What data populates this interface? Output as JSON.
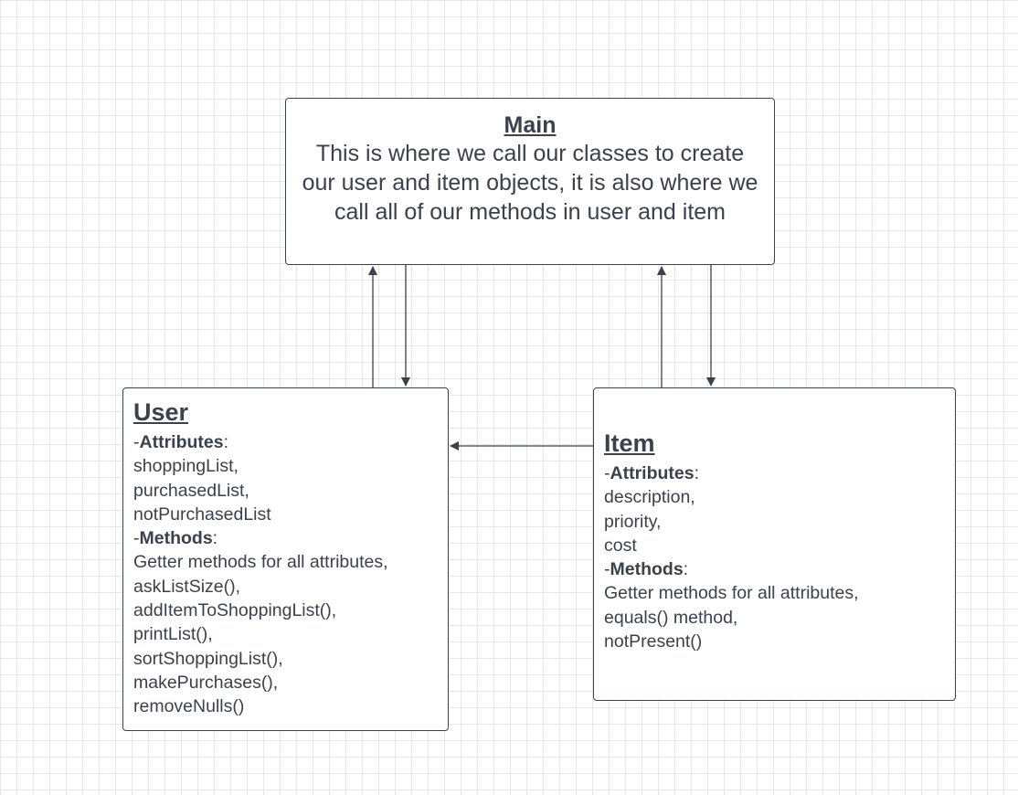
{
  "main": {
    "title": "Main",
    "description": "This is where we call our classes to create our user and item objects, it is also where we call all of our methods in user and item"
  },
  "user": {
    "title": "User",
    "attributes_prefix": "-",
    "attributes_label": "Attributes",
    "attributes_suffix": ":",
    "attributes": [
      "shoppingList,",
      "purchasedList,",
      "notPurchasedList"
    ],
    "methods_prefix": "-",
    "methods_label": "Methods",
    "methods_suffix": ":",
    "methods": [
      "Getter methods for all attributes,",
      "askListSize(),",
      "addItemToShoppingList(),",
      "printList(),",
      "sortShoppingList(),",
      "makePurchases(),",
      "removeNulls()"
    ]
  },
  "item": {
    "title": "Item",
    "attributes_prefix": "-",
    "attributes_label": "Attributes",
    "attributes_suffix": ":",
    "attributes": [
      "description,",
      "priority,",
      "cost"
    ],
    "methods_prefix": "-",
    "methods_label": "Methods",
    "methods_suffix": ":",
    "methods": [
      "Getter methods for all attributes,",
      "equals() method,",
      "notPresent()"
    ]
  },
  "colors": {
    "stroke": "#3b414c",
    "grid": "#e6e6e6",
    "background": "#ffffff"
  }
}
